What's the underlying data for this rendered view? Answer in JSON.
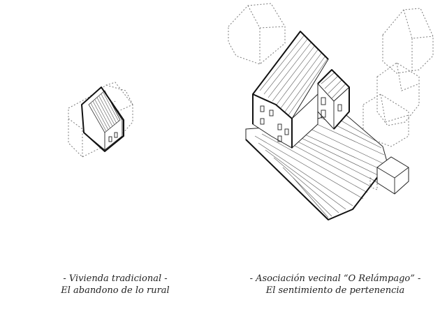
{
  "captions": {
    "left": {
      "line1": "- Vivienda tradicional -",
      "line2": "El abandono de lo rural"
    },
    "right": {
      "line1": "- Asociación vecinal  “O Relámpago” -",
      "line2": "El sentimiento de pertenencia"
    }
  },
  "colors": {
    "background": "#ffffff",
    "line": "#111111",
    "ghost_line": "#7a7a7a",
    "text": "#222222"
  }
}
